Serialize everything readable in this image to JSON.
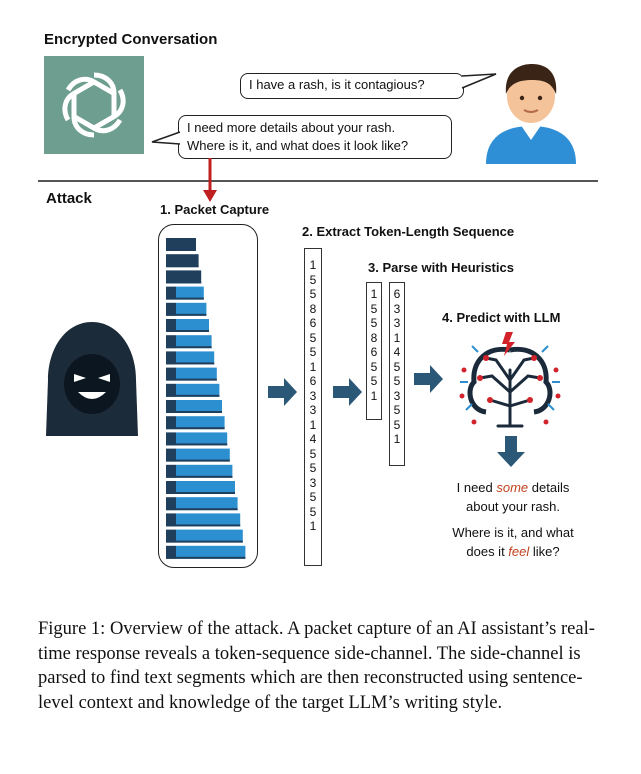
{
  "header": {
    "encrypted_title": "Encrypted Conversation",
    "attack_title": "Attack"
  },
  "conversation": {
    "user_message": "I have a rash, is it contagious?",
    "assistant_line1": "I need more details about your rash.",
    "assistant_line2": "Where is it, and what does it look like?"
  },
  "steps": {
    "step1": "1. Packet Capture",
    "step2": "2. Extract Token-Length Sequence",
    "step3": "3. Parse with Heuristics",
    "step4": "4. Predict with LLM"
  },
  "token_sequence": [
    "1",
    "5",
    "5",
    "8",
    "6",
    "5",
    "5",
    "1",
    "6",
    "3",
    "3",
    "1",
    "4",
    "5",
    "5",
    "3",
    "5",
    "5",
    "1"
  ],
  "parsed_segment_a": [
    "1",
    "5",
    "5",
    "8",
    "6",
    "5",
    "5",
    "1"
  ],
  "parsed_segment_b": [
    "6",
    "3",
    "3",
    "1",
    "4",
    "5",
    "5",
    "3",
    "5",
    "5",
    "1"
  ],
  "prediction": {
    "line1_pre": "I need ",
    "line1_hl": "some",
    "line1_post": " details",
    "line2": "about your rash.",
    "line3": "Where is it, and what",
    "line4_pre": "does it ",
    "line4_hl": "feel",
    "line4_post": " like?"
  },
  "caption": "Figure 1: Overview of the attack. A packet capture of an AI assistant’s real-time response reveals a token-sequence side-channel. The side-channel is parsed to find text segments which are then reconstructed using sentence-level context and knowledge of the target LLM’s writing style.",
  "colors": {
    "openai_tile": "#6e9e8f",
    "packet_dark": "#1f3f5c",
    "packet_light": "#2c8fd0",
    "arrow_blue": "#2c5877",
    "arrow_red": "#c01f1f"
  }
}
